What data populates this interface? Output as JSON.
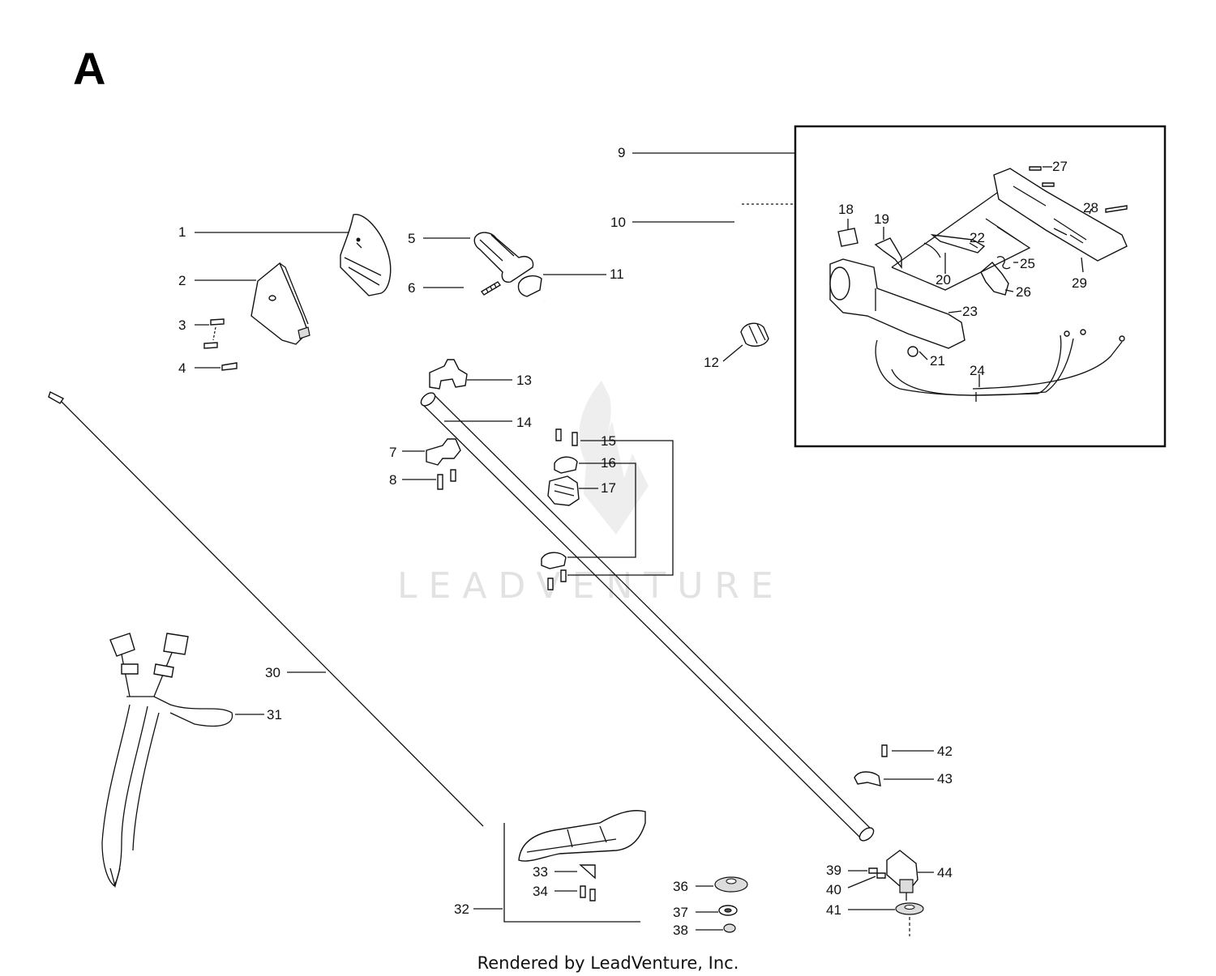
{
  "section_label": "A",
  "watermark": "LEADVENTURE",
  "footer": "Rendered by LeadVenture, Inc.",
  "callouts": {
    "c1": "1",
    "c2": "2",
    "c3": "3",
    "c4": "4",
    "c5": "5",
    "c6": "6",
    "c7": "7",
    "c8": "8",
    "c9": "9",
    "c10": "10",
    "c11": "11",
    "c12": "12",
    "c13": "13",
    "c14": "14",
    "c15": "15",
    "c16": "16",
    "c17": "17",
    "c18": "18",
    "c19": "19",
    "c20": "20",
    "c21": "21",
    "c22": "22",
    "c23": "23",
    "c24": "24",
    "c25": "25",
    "c26": "26",
    "c27": "27",
    "c28": "28",
    "c29": "29",
    "c30": "30",
    "c31": "31",
    "c32": "32",
    "c33": "33",
    "c34": "34",
    "c35": "36",
    "c37": "37",
    "c38": "38",
    "c39": "39",
    "c40": "40",
    "c41": "41",
    "c42": "42",
    "c43": "43",
    "c44": "44"
  },
  "colors": {
    "line": "#111111",
    "background": "#ffffff",
    "watermark": "#e2e2e2"
  }
}
